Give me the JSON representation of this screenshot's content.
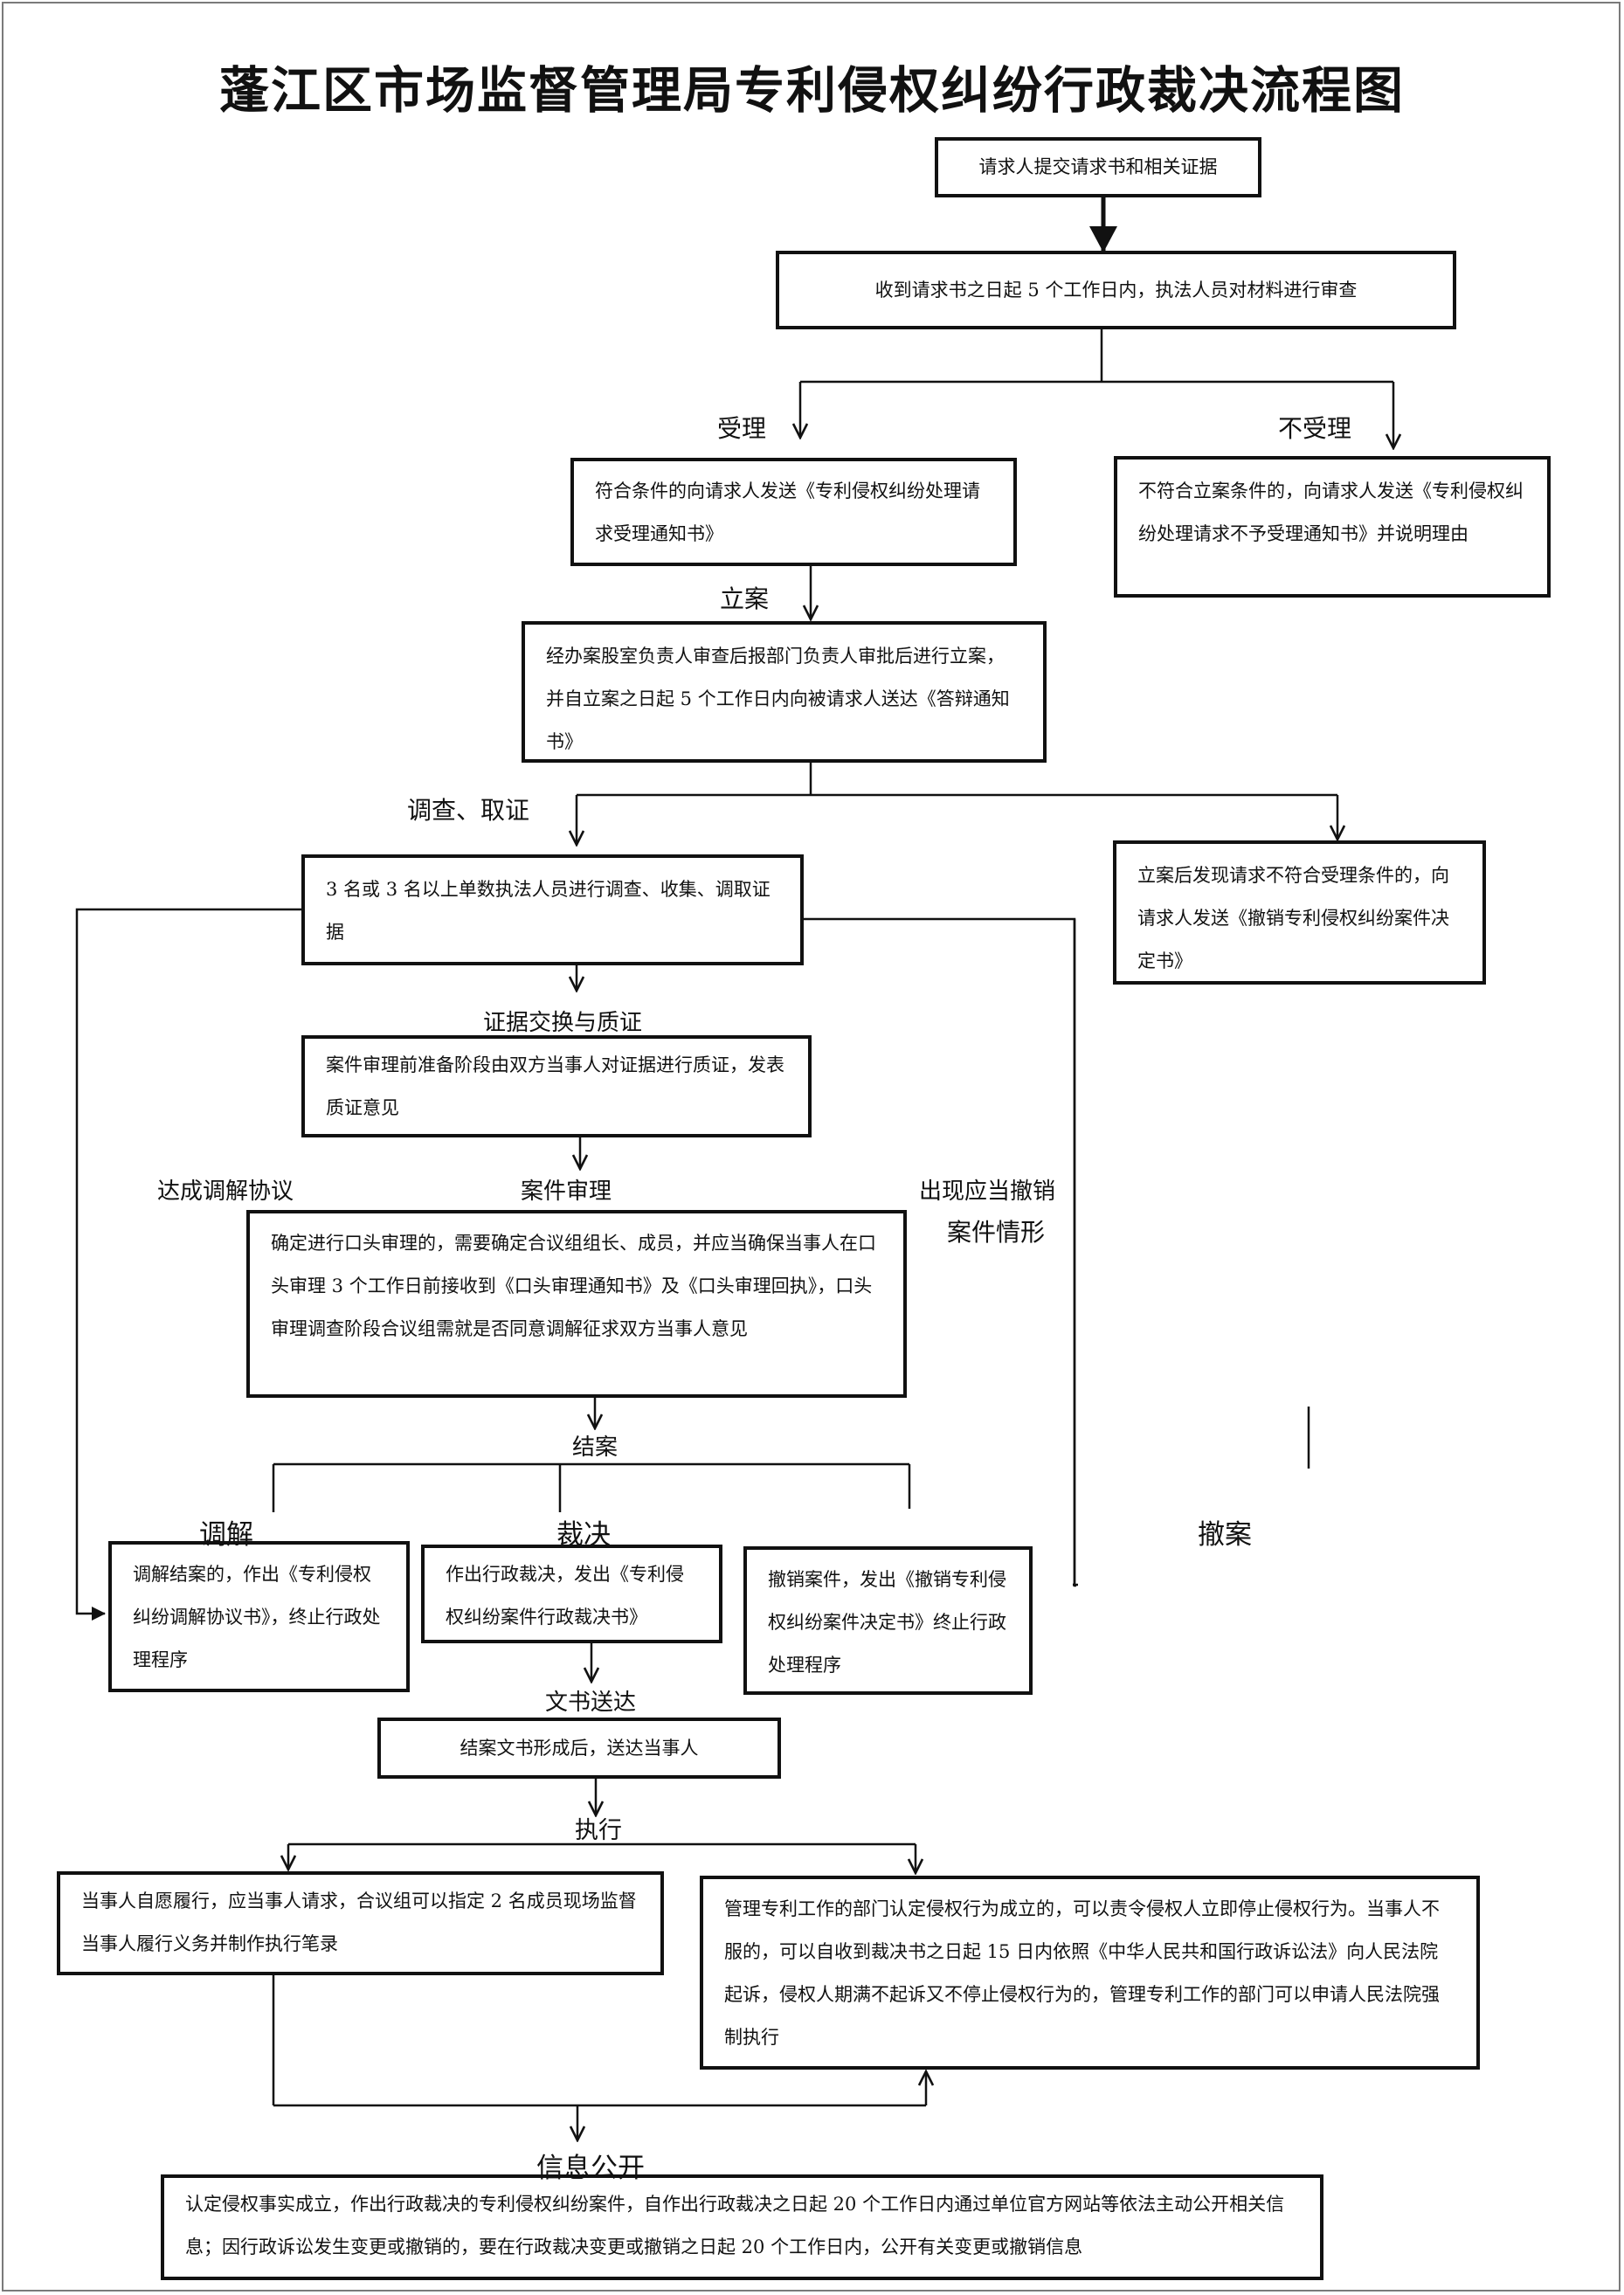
{
  "title": "蓬江区市场监督管理局专利侵权纠纷行政裁决流程图",
  "boxes": {
    "submit": "请求人提交请求书和相关证据",
    "review": "收到请求书之日起 5 个工作日内，执法人员对材料进行审查",
    "accept": "符合条件的向请求人发送《专利侵权纠纷处理请求受理通知书》",
    "reject": "不符合立案条件的，向请求人发送《专利侵权纠纷处理请求不予受理通知书》并说明理由",
    "file_case": "经办案股室负责人审查后报部门负责人审批后进行立案，并自立案之日起 5 个工作日内向被请求人送达《答辩通知书》",
    "revoke_notice": "立案后发现请求不符合受理条件的，向请求人发送《撤销专利侵权纠纷案件决定书》",
    "investigate": "3 名或 3 名以上单数执法人员进行调查、收集、调取证据",
    "evidence": "案件审理前准备阶段由双方当事人对证据进行质证，发表质证意见",
    "hearing": "确定进行口头审理的，需要确定合议组组长、成员，并应当确保当事人在口头审理 3 个工作日前接收到《口头审理通知书》及《口头审理回执》，口头审理调查阶段合议组需就是否同意调解征求双方当事人意见",
    "mediation": "调解结案的，作出《专利侵权纠纷调解协议书》，终止行政处理程序",
    "ruling": "作出行政裁决，发出《专利侵权纠纷案件行政裁决书》",
    "withdraw": "撤销案件，发出《撤销专利侵权纠纷案件决定书》终止行政处理程序",
    "delivery": "结案文书形成后，送达当事人",
    "voluntary": "当事人自愿履行，应当事人请求，合议组可以指定 2 名成员现场监督当事人履行义务并制作执行笔录",
    "enforce": "管理专利工作的部门认定侵权行为成立的，可以责令侵权人立即停止侵权行为。当事人不服的，可以自收到裁决书之日起 15 日内依照《中华人民共和国行政诉讼法》向人民法院起诉，侵权人期满不起诉又不停止侵权行为的，管理专利工作的部门可以申请人民法院强制执行",
    "disclosure": "认定侵权事实成立，作出行政裁决的专利侵权纠纷案件，自作出行政裁决之日起 20 个工作日内通过单位官方网站等依法主动公开相关信息；因行政诉讼发生变更或撤销的，要在行政裁决变更或撤销之日起 20 个工作日内，公开有关变更或撤销信息"
  },
  "labels": {
    "accepted": "受理",
    "not_accepted": "不受理",
    "file": "立案",
    "investigation": "调查、取证",
    "evidence_exchange": "证据交换与质证",
    "mediation_agreement": "达成调解协议",
    "trial": "案件审理",
    "withdraw_circumstance_1": "出现应当撤销",
    "withdraw_circumstance_2": "案件情形",
    "close": "结案",
    "mediate": "调解",
    "rule": "裁决",
    "withdraw_case": "撤案",
    "doc_delivery": "文书送达",
    "execute": "执行",
    "publish": "信息公开"
  }
}
